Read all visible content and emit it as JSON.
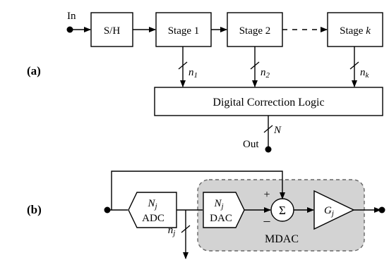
{
  "diagram_a": {
    "panel_label": "(a)",
    "input_label": "In",
    "sh_label": "S/H",
    "stage1_label": "Stage 1",
    "stage2_label": "Stage 2",
    "stagek_prefix": "Stage ",
    "stagek_var": "k",
    "n1_var": "n",
    "n1_sub": "1",
    "n2_var": "n",
    "n2_sub": "2",
    "nk_var": "n",
    "nk_sub": "k",
    "correction_label": "Digital Correction Logic",
    "N_label": "N",
    "output_label": "Out"
  },
  "diagram_b": {
    "panel_label": "(b)",
    "adc_var": "N",
    "adc_sub": "j",
    "adc_label": "ADC",
    "dac_var": "N",
    "dac_sub": "j",
    "dac_label": "DAC",
    "sum_symbol": "Σ",
    "plus_sign": "+",
    "minus_sign": "–",
    "gain_var": "G",
    "gain_sub": "j",
    "nj_var": "n",
    "nj_sub": "j",
    "mdac_label": "MDAC"
  },
  "colors": {
    "mdac_fill": "#d3d3d3",
    "mdac_border": "#666666",
    "stroke": "#000000"
  }
}
